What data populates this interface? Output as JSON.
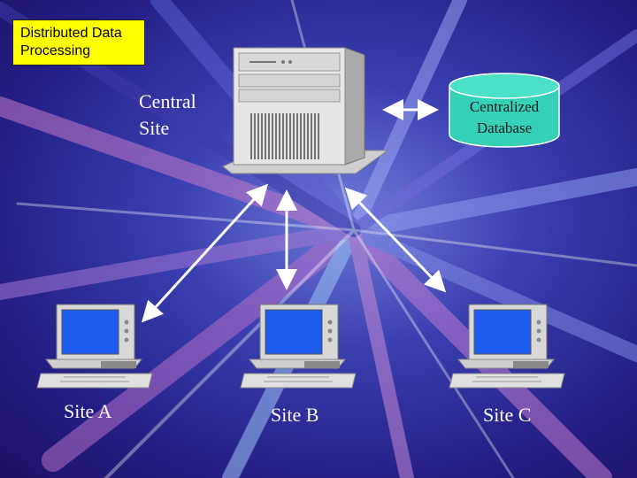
{
  "title": "Distributed Data Processing",
  "central_site_label": "Central Site",
  "database_label": "Centralized Database",
  "sites": [
    "Site A",
    "Site B",
    "Site C"
  ],
  "colors": {
    "title_bg": "#ffff00",
    "database_fill": "#35d0b8",
    "screen": "#1e5cf0",
    "label_text": "#ffffff"
  }
}
